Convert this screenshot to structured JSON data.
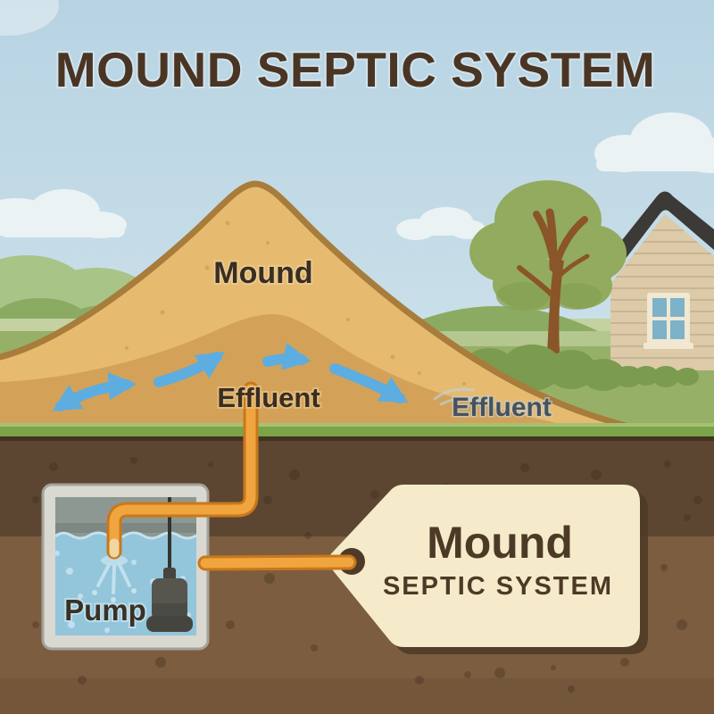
{
  "title": "MOUND SEPTIC SYSTEM",
  "labels": {
    "mound": "Mound",
    "effluent_left": "Effluent",
    "effluent_right": "Effluent",
    "pump": "Pump"
  },
  "tag": {
    "line1": "Mound",
    "line2": "SEPTIC SYSTEM"
  },
  "icons": {
    "flow_arrows": "curved-blue-effluent-flow-arrows",
    "pump_unit": "submersible-pump",
    "tag_shape": "luggage-tag-with-hole"
  },
  "colors": {
    "sky_top": "#b7d3e2",
    "sky_bottom": "#cfe3ec",
    "cloud": "#edf3f5",
    "hill_back": "#a9c487",
    "hill_front": "#8bab63",
    "band": "#c3d2a0",
    "band_right": "#b4c78e",
    "field": "#97b068",
    "strip": "#7ba348",
    "strip_light": "#a6c173",
    "strip_edge": "#42331f",
    "mound": "#e6bb70",
    "mound_line": "#a87c3a",
    "mound_inner": "#d3a258",
    "mound_speck": "#bf8f4a",
    "arrow": "#5dade0",
    "arrow_ghost": "#b9d8ea",
    "soil_top": "#5c4631",
    "soil_bottom": "#7c5d3f",
    "soil_speck": "#35261a",
    "pipe": "#f1a53f",
    "pipe_line": "#c8781c",
    "pipe_tip": "#f0d6a0",
    "tank_frame": "#d9d8d1",
    "tank_line": "#a3a29b",
    "tank_air": "#8e9892",
    "tank_air_edge": "#7e8882",
    "water": "#93c5db",
    "water_light": "#c6e2ee",
    "pump_dark": "#45443f",
    "pump_mid": "#56554e",
    "cable": "#35342f",
    "roof": "#3b3a36",
    "wall": "#dccaa9",
    "siding": "#c9b593",
    "window_frame": "#f1e8d1",
    "glass": "#7db2c9",
    "trunk": "#8a5528",
    "canopy": "#92ab5f",
    "canopy_shade": "#85a053",
    "bush": "#7b9b4e",
    "tag_fill": "#f5ebca",
    "tag_shadow": "#4e3b27",
    "title_text": "#4a3524",
    "label_brown": "#3a2d21",
    "label_slate": "#47525c",
    "pump_text": "#3a3126",
    "tag_text": "#4c3a26"
  }
}
